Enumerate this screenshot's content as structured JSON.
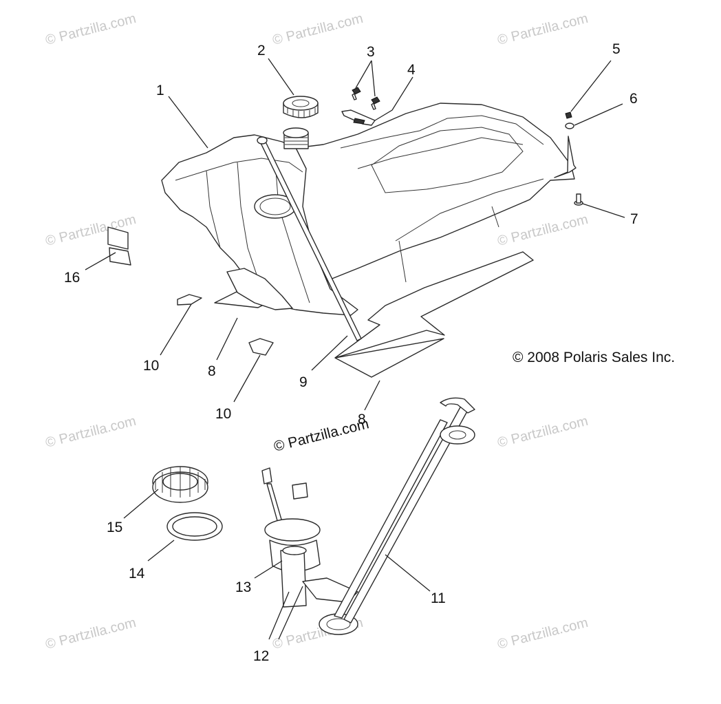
{
  "diagram": {
    "callouts": [
      "1",
      "2",
      "3",
      "4",
      "5",
      "6",
      "7",
      "8",
      "9",
      "10",
      "11",
      "12",
      "13",
      "14",
      "15",
      "16"
    ],
    "callout_10b": "10",
    "callout_8b": "8",
    "copyright": "© 2008 Polaris Sales Inc.",
    "watermark": "© Partzilla.com",
    "center_watermark": "© Partzilla.com"
  }
}
